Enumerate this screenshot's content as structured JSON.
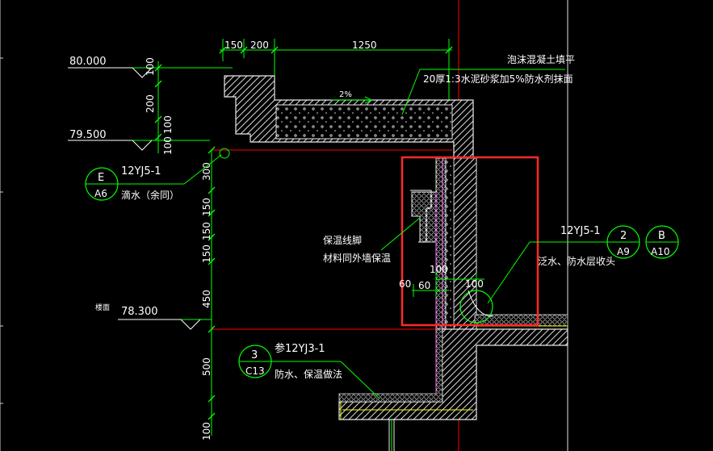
{
  "dims_top": [
    "150",
    "200",
    "1250"
  ],
  "elevations": {
    "e1": "80.000",
    "e2": "79.500",
    "e3": "78.300"
  },
  "floor_label": "楼面",
  "dims_vertical": [
    "100",
    "200",
    "100",
    "100",
    "300",
    "150",
    "150",
    "150",
    "450",
    "500",
    "100"
  ],
  "callouts": {
    "e": {
      "top": "E",
      "bottom": "A6",
      "ref": "12YJ5-1",
      "note": "滴水（余同）"
    },
    "two": {
      "top": "2",
      "bottom": "A9"
    },
    "b": {
      "top": "B",
      "bottom": "A10",
      "ref": "12YJ5-1",
      "note": "泛水、防水层收头"
    },
    "three": {
      "top": "3",
      "bottom": "C13",
      "ref": "参12YJ3-1",
      "note": "防水、保温做法"
    }
  },
  "notes": {
    "top1": "泡沫混凝土填平",
    "top2": "20厚1:3水泥砂浆加5%防水剂抹面",
    "slope": "2%",
    "ins1": "保温线脚",
    "ins2": "材料同外墙保温"
  },
  "dims_small": [
    "60",
    "60",
    "100",
    "100"
  ]
}
